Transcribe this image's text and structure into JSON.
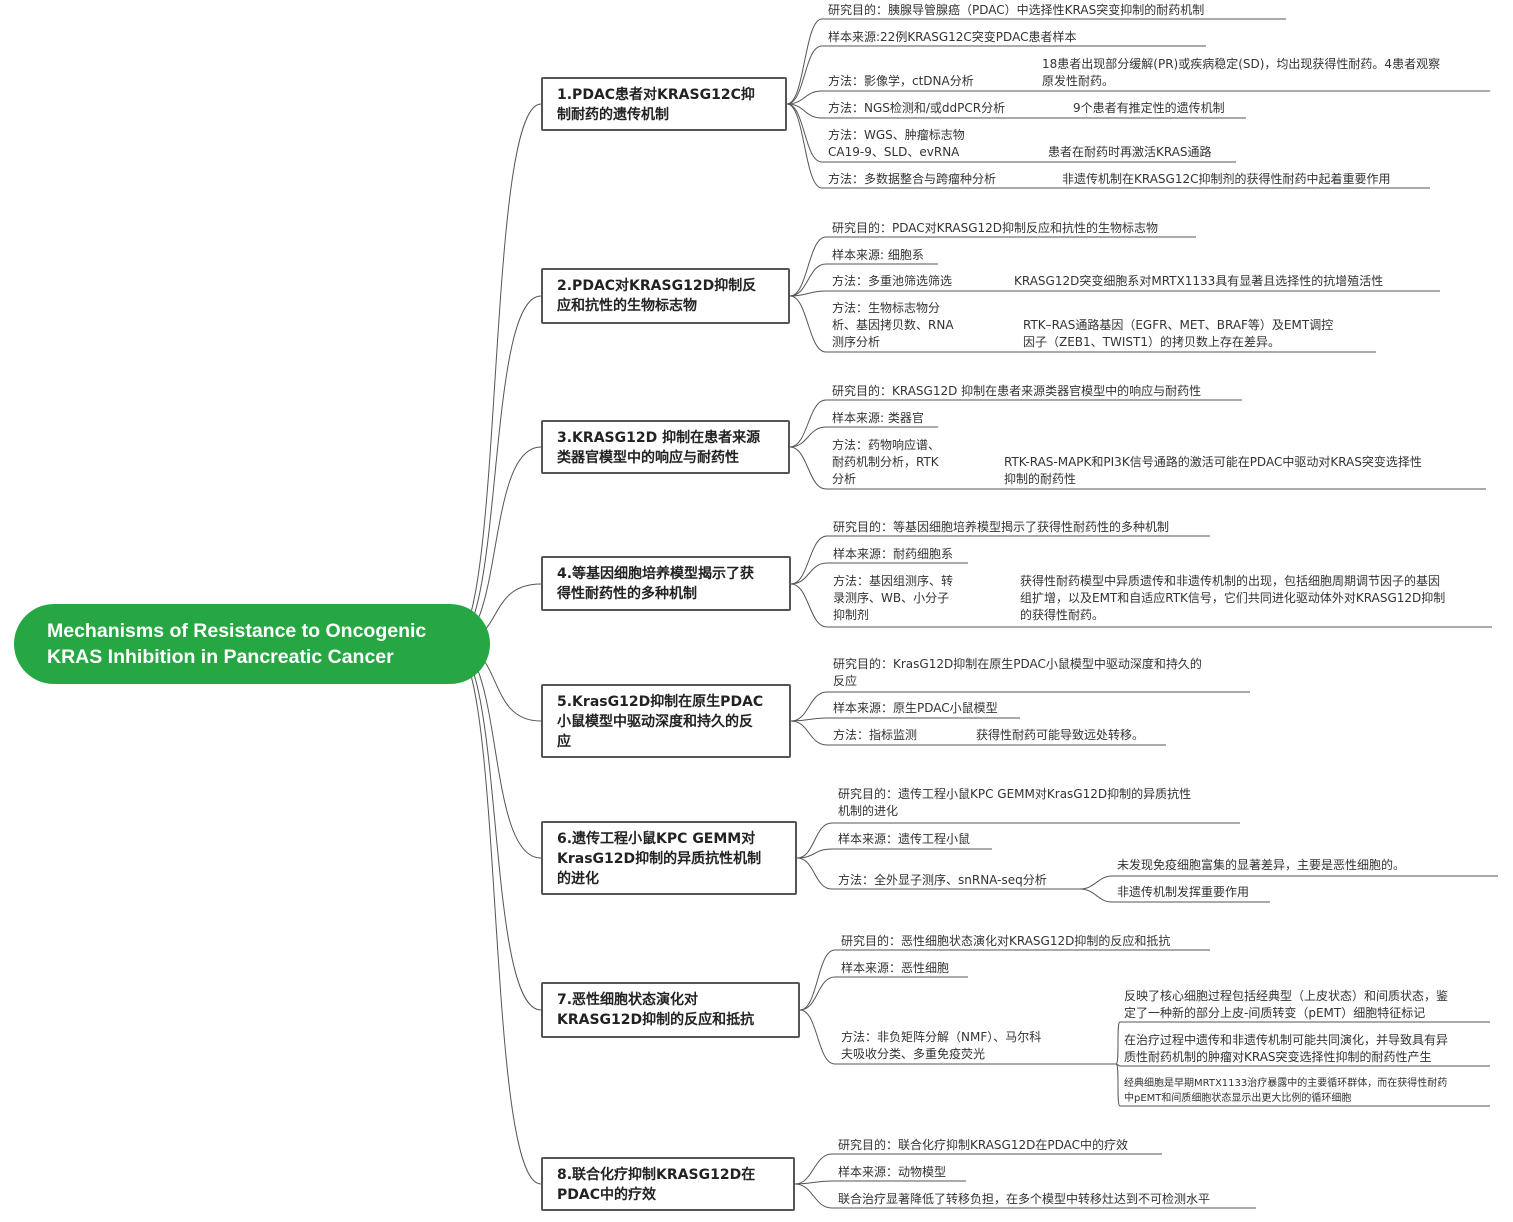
{
  "root": {
    "title": "Mechanisms of Resistance to Oncogenic\nKRAS Inhibition in Pancreatic Cancer"
  },
  "colors": {
    "root_fill": "#27a744",
    "line": "#555555",
    "text": "#222222"
  },
  "branches": [
    {
      "title": "1.PDAC患者对KRASG12C抑\n制耐药的遗传机制",
      "children": [
        {
          "label": "研究目的：胰腺导管腺癌（PDAC）中选择性KRAS突变抑制的耐药机制"
        },
        {
          "label": "样本来源:22例KRASG12C突变PDAC患者样本"
        },
        {
          "label": "方法：影像学，ctDNA分析",
          "result": "18患者出现部分缓解(PR)或疾病稳定(SD)，均出现获得性耐药。4患者观察\n原发性耐药。"
        },
        {
          "label": "方法：NGS检测和/或ddPCR分析",
          "result": "9个患者有推定性的遗传机制"
        },
        {
          "label": "方法：WGS、肿瘤标志物\nCA19-9、SLD、evRNA",
          "result": "患者在耐药时再激活KRAS通路"
        },
        {
          "label": "方法：多数据整合与跨瘤种分析",
          "result": "非遗传机制在KRASG12C抑制剂的获得性耐药中起着重要作用"
        }
      ]
    },
    {
      "title": "2.PDAC对KRASG12D抑制反\n应和抗性的生物标志物",
      "children": [
        {
          "label": "研究目的：PDAC对KRASG12D抑制反应和抗性的生物标志物"
        },
        {
          "label": "样本来源: 细胞系"
        },
        {
          "label": "方法：多重池筛选筛选",
          "result": "KRASG12D突变细胞系对MRTX1133具有显著且选择性的抗增殖活性"
        },
        {
          "label": "方法：生物标志物分\n析、基因拷贝数、RNA\n测序分析",
          "result": "RTK–RAS通路基因（EGFR、MET、BRAF等）及EMT调控\n因子（ZEB1、TWIST1）的拷贝数上存在差异。"
        }
      ]
    },
    {
      "title": "3.KRASG12D 抑制在患者来源\n类器官模型中的响应与耐药性",
      "children": [
        {
          "label": "研究目的：KRASG12D 抑制在患者来源类器官模型中的响应与耐药性"
        },
        {
          "label": "样本来源: 类器官"
        },
        {
          "label": "方法：药物响应谱、\n耐药机制分析，RTK\n分析",
          "result": "RTK-RAS-MAPK和PI3K信号通路的激活可能在PDAC中驱动对KRAS突变选择性\n抑制的耐药性"
        }
      ]
    },
    {
      "title": "4.等基因细胞培养模型揭示了获\n得性耐药性的多种机制",
      "children": [
        {
          "label": "研究目的：等基因细胞培养模型揭示了获得性耐药性的多种机制"
        },
        {
          "label": "样本来源：耐药细胞系"
        },
        {
          "label": "方法：基因组测序、转\n录测序、WB、小分子\n抑制剂",
          "result": "获得性耐药模型中异质遗传和非遗传机制的出现，包括细胞周期调节因子的基因\n组扩增，以及EMT和自适应RTK信号，它们共同进化驱动体外对KRASG12D抑制\n的获得性耐药。"
        }
      ]
    },
    {
      "title": "5.KrasG12D抑制在原生PDAC\n小鼠模型中驱动深度和持久的反\n应",
      "children": [
        {
          "label": "研究目的：KrasG12D抑制在原生PDAC小鼠模型中驱动深度和持久的\n反应"
        },
        {
          "label": "样本来源：原生PDAC小鼠模型"
        },
        {
          "label": "方法：指标监测",
          "result": "获得性耐药可能导致远处转移。"
        }
      ]
    },
    {
      "title": "6.遗传工程小鼠KPC GEMM对\nKrasG12D抑制的异质抗性机制\n的进化",
      "children": [
        {
          "label": "研究目的：遗传工程小鼠KPC GEMM对KrasG12D抑制的异质抗性\n机制的进化"
        },
        {
          "label": "样本来源：遗传工程小鼠"
        },
        {
          "label": "方法：全外显子测序、snRNA-seq分析",
          "results": [
            "未发现免疫细胞富集的显著差异，主要是恶性细胞的。",
            "非遗传机制发挥重要作用"
          ]
        }
      ]
    },
    {
      "title": "7.恶性细胞状态演化对\nKRASG12D抑制的反应和抵抗",
      "children": [
        {
          "label": "研究目的：恶性细胞状态演化对KRASG12D抑制的反应和抵抗"
        },
        {
          "label": "样本来源：恶性细胞"
        },
        {
          "label": "方法：非负矩阵分解（NMF）、马尔科\n夫吸收分类、多重免疫荧光",
          "results": [
            "反映了核心细胞过程包括经典型（上皮状态）和间质状态，鉴\n定了一种新的部分上皮-间质转变（pEMT）细胞特征标记",
            "在治疗过程中遗传和非遗传机制可能共同演化，并导致具有异\n质性耐药机制的肿瘤对KRAS突变选择性抑制的耐药性产生",
            "经典细胞是早期MRTX1133治疗暴露中的主要循环群体，而在获得性耐药\n中pEMT和间质细胞状态显示出更大比例的循环细胞"
          ]
        }
      ]
    },
    {
      "title": "8.联合化疗抑制KRASG12D在\nPDAC中的疗效",
      "children": [
        {
          "label": "研究目的：联合化疗抑制KRASG12D在PDAC中的疗效"
        },
        {
          "label": "样本来源：动物模型"
        },
        {
          "label": "联合治疗显著降低了转移负担，在多个模型中转移灶达到不可检测水平"
        }
      ]
    }
  ]
}
